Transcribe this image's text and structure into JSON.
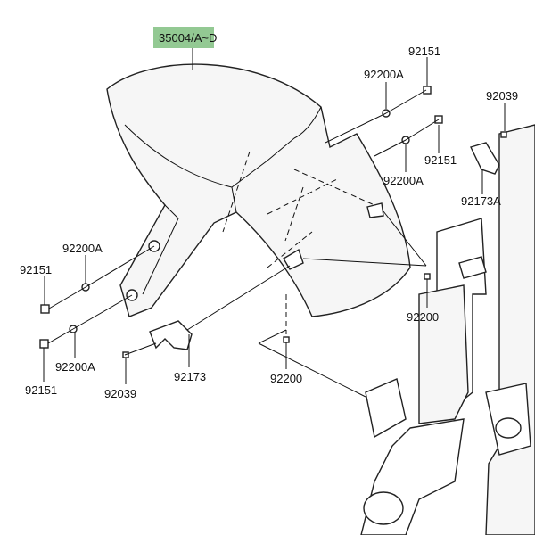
{
  "diagram": {
    "main_part": {
      "label": "35004/A~D",
      "highlight_color": "#93c993"
    },
    "callouts": [
      {
        "id": "screw-top-right",
        "label": "92151"
      },
      {
        "id": "washer-top-right",
        "label": "92200A"
      },
      {
        "id": "bolt-clamp-right",
        "label": "92039"
      },
      {
        "id": "screw-mid-right",
        "label": "92151"
      },
      {
        "id": "washer-mid-right",
        "label": "92200A"
      },
      {
        "id": "clamp-right",
        "label": "92173A"
      },
      {
        "id": "washer-upper-left",
        "label": "92200A"
      },
      {
        "id": "screw-upper-left",
        "label": "92151"
      },
      {
        "id": "nut-right",
        "label": "92200"
      },
      {
        "id": "washer-lower-left",
        "label": "92200A"
      },
      {
        "id": "screw-lower-left",
        "label": "92151"
      },
      {
        "id": "bolt-clamp-left",
        "label": "92039"
      },
      {
        "id": "clamp-left",
        "label": "92173"
      },
      {
        "id": "nut-center",
        "label": "92200"
      }
    ]
  }
}
